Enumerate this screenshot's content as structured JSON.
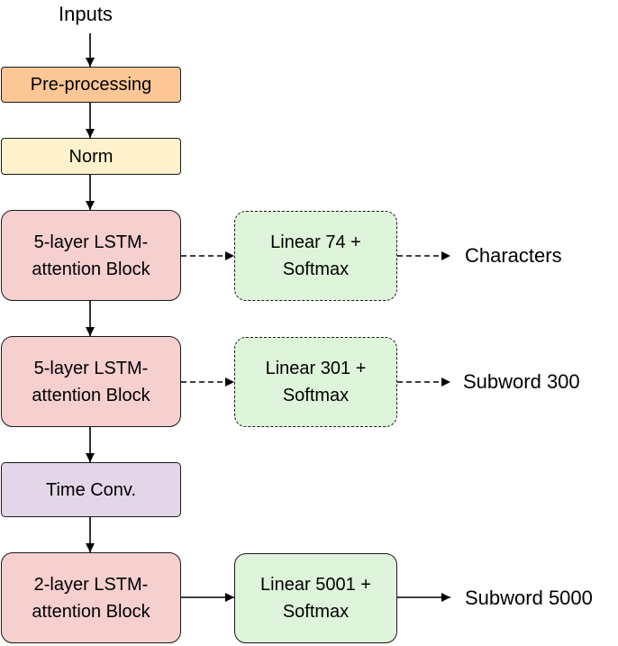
{
  "input_label": "Inputs",
  "nodes": {
    "preprocessing": "Pre-processing",
    "norm": "Norm",
    "lstm_block_1": [
      "5-layer LSTM-",
      "attention Block"
    ],
    "lstm_block_2": [
      "5-layer LSTM-",
      "attention Block"
    ],
    "time_conv": "Time Conv.",
    "lstm_block_3": [
      "2-layer LSTM-",
      "attention Block"
    ],
    "linear_1": [
      "Linear 74 +",
      "Softmax"
    ],
    "linear_2": [
      "Linear 301 +",
      "Softmax"
    ],
    "linear_3": [
      "Linear 5001 +",
      "Softmax"
    ]
  },
  "outputs": {
    "characters": "Characters",
    "subword_300": "Subword 300",
    "subword_5000": "Subword 5000"
  },
  "colors": {
    "preprocessing": "#fcc795",
    "norm": "#fff1cc",
    "lstm": "#f6cfcf",
    "time_conv": "#e2d6e8",
    "linear": "#dff5db",
    "stroke": "#1a1a1a"
  }
}
